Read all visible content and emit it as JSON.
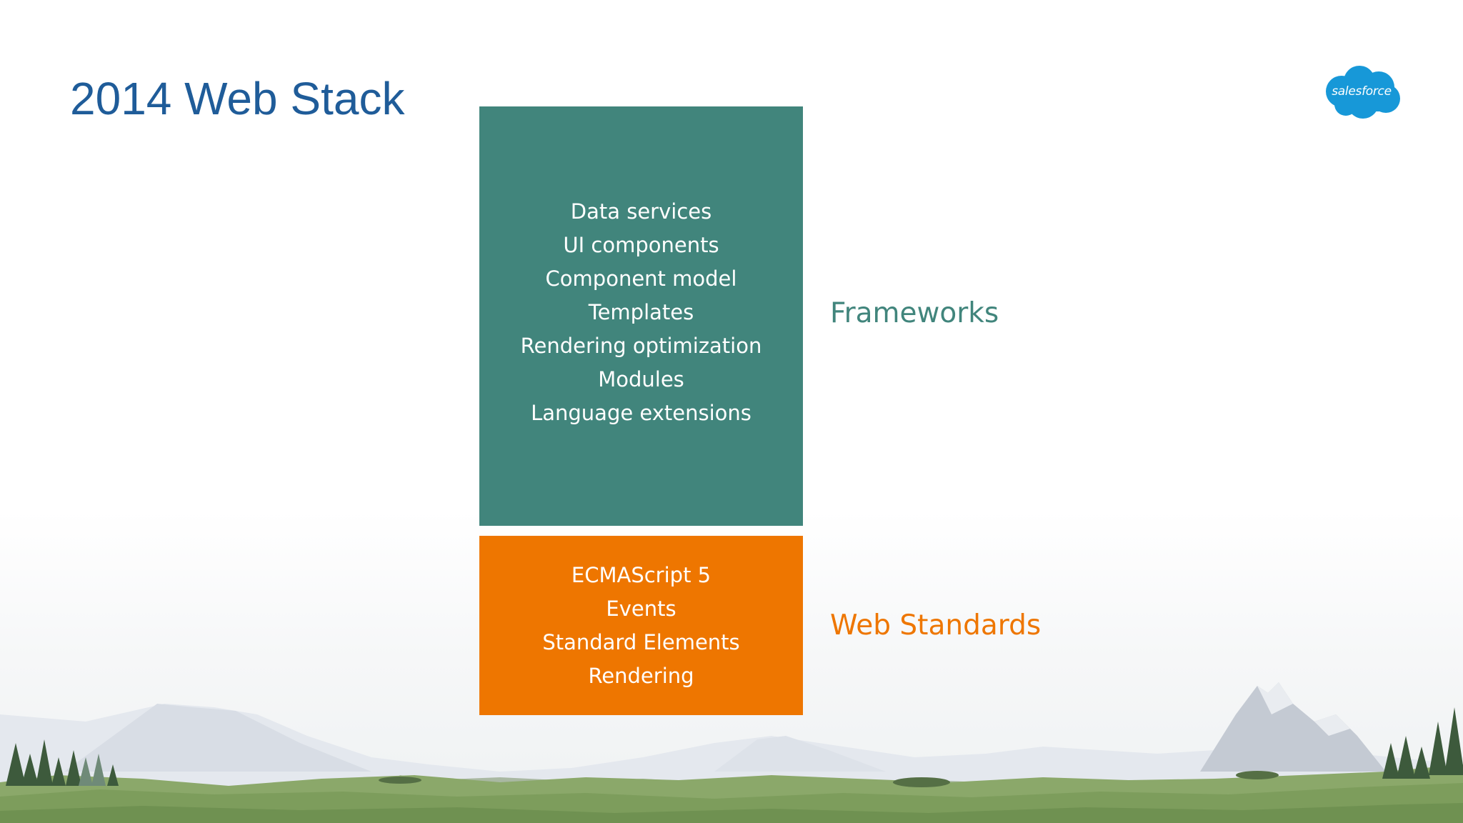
{
  "slide": {
    "title": "2014 Web Stack",
    "logo_text": "salesforce"
  },
  "diagram": {
    "frameworks": {
      "label": "Frameworks",
      "color": "#41857c",
      "items": [
        "Data services",
        "UI components",
        "Component model",
        "Templates",
        "Rendering optimization",
        "Modules",
        "Language extensions"
      ]
    },
    "web_standards": {
      "label": "Web Standards",
      "color": "#ee7600",
      "items": [
        "ECMAScript 5",
        "Events",
        "Standard Elements",
        "Rendering"
      ]
    }
  },
  "colors": {
    "title": "#1f5c99",
    "logo": "#1798d8"
  },
  "icons": [
    "salesforce-cloud-logo",
    "landscape-illustration"
  ]
}
